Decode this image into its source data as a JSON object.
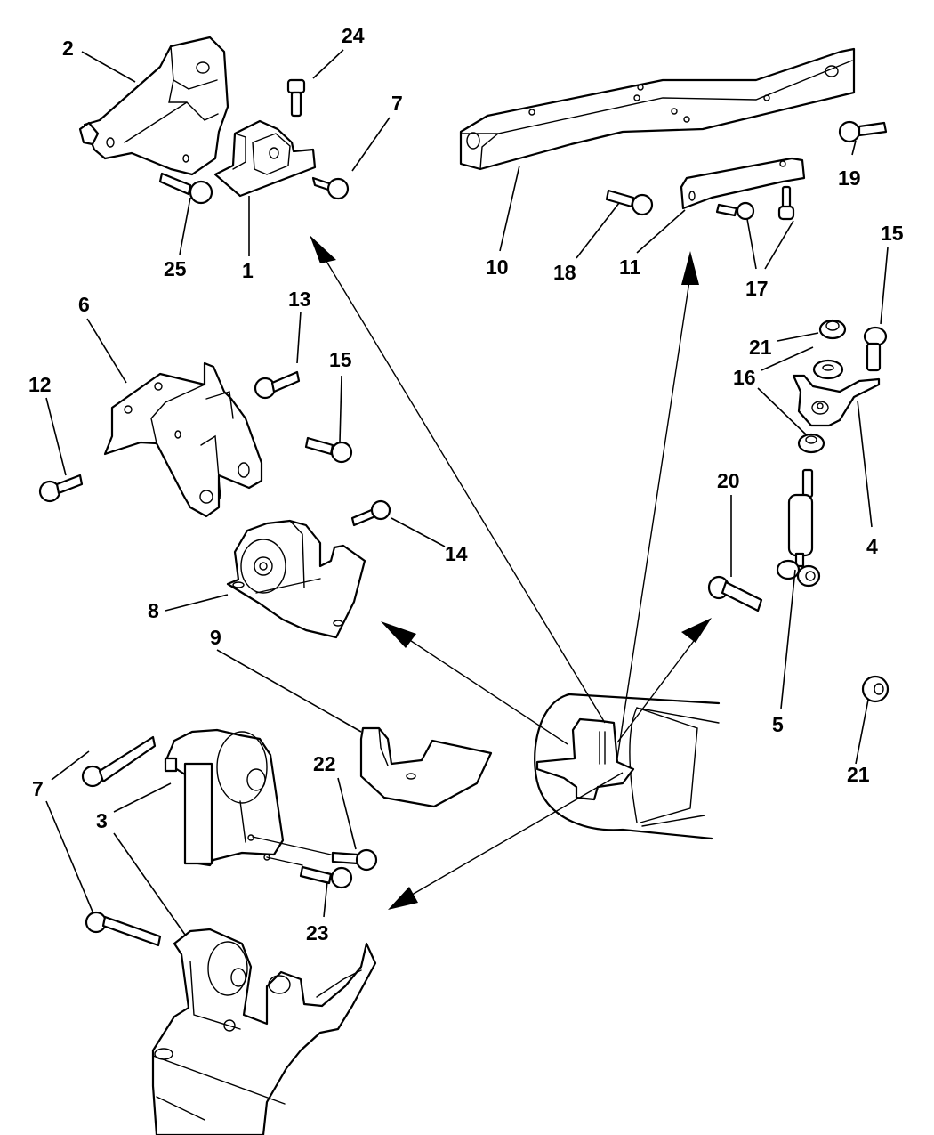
{
  "diagram": {
    "type": "exploded-parts-diagram",
    "subject": "engine / transmission mounts and crossmember",
    "ink_color": "#000000",
    "background": "#ffffff",
    "callouts": {
      "c1": "1",
      "c2": "2",
      "c3a": "3",
      "c3b": "3",
      "c4": "4",
      "c5": "5",
      "c6": "6",
      "c7a": "7",
      "c7b": "7",
      "c7c": "7",
      "c8": "8",
      "c9": "9",
      "c10": "10",
      "c11": "11",
      "c12": "12",
      "c13": "13",
      "c14": "14",
      "c15a": "15",
      "c15b": "15",
      "c16": "16",
      "c17": "17",
      "c18": "18",
      "c19": "19",
      "c20": "20",
      "c21a": "21",
      "c21b": "21",
      "c22": "22",
      "c23": "23",
      "c24": "24",
      "c25": "25"
    },
    "groups": [
      {
        "name": "right-mount",
        "parts": [
          "1",
          "2",
          "7",
          "24",
          "25"
        ]
      },
      {
        "name": "crossmember",
        "parts": [
          "10",
          "11",
          "17",
          "18",
          "19"
        ]
      },
      {
        "name": "left-mount-bracket",
        "parts": [
          "6",
          "12",
          "13",
          "15"
        ]
      },
      {
        "name": "rear-mount",
        "parts": [
          "8",
          "9",
          "14"
        ]
      },
      {
        "name": "front-mount",
        "parts": [
          "3",
          "7",
          "22",
          "23"
        ]
      },
      {
        "name": "strut-damper",
        "parts": [
          "4",
          "5",
          "15",
          "16",
          "20",
          "21"
        ]
      }
    ]
  }
}
